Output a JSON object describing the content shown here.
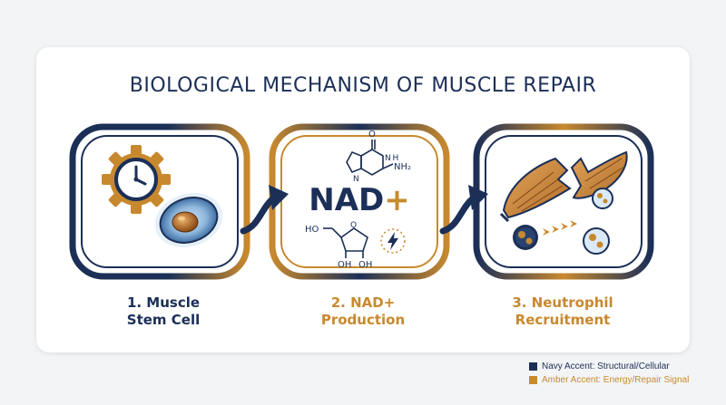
{
  "title": "BIOLOGICAL MECHANISM OF MUSCLE REPAIR",
  "colors": {
    "navy": "#1b2f57",
    "amber": "#c8892e"
  },
  "steps": [
    {
      "line1": "1. Muscle",
      "line2": "Stem Cell"
    },
    {
      "line1": "2. NAD+",
      "line2": "Production"
    },
    {
      "line1": "3. Neutrophil",
      "line2": "Recruitment"
    }
  ],
  "icons": [
    "clock-gear-icon",
    "stem-cell-icon",
    "adenine-molecule-icon",
    "ribose-sugar-icon",
    "energy-bolt-icon",
    "torn-muscle-icon",
    "neutrophil-icon"
  ],
  "molecule": {
    "nad_label": "NAD+",
    "adenine": {
      "o": "O",
      "nh": "N H",
      "nh2": "NH₂",
      "n": "N"
    },
    "ribose": {
      "ho": "HO",
      "oh_left": "OH",
      "oh_right": "OH",
      "ring_o": "O"
    }
  },
  "legend": [
    {
      "label": "Navy Accent: Structural/Cellular",
      "color": "#1b2f57"
    },
    {
      "label": "Amber Accent: Energy/Repair Signal",
      "color": "#c8892e"
    }
  ]
}
